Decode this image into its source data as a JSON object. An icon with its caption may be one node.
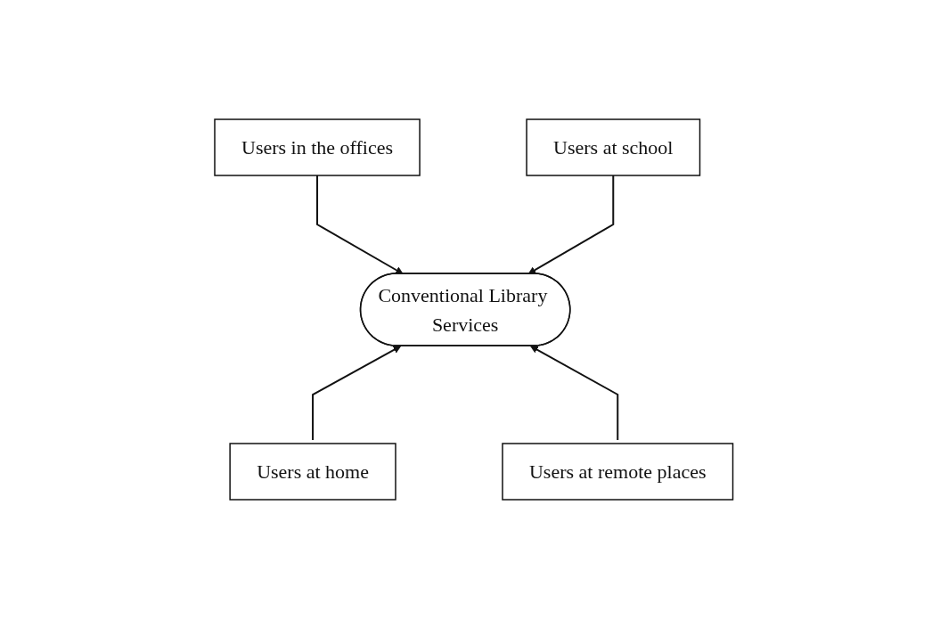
{
  "diagram": {
    "nodes": [
      {
        "text": [
          "Users in the offices"
        ]
      },
      {
        "text": [
          "Users at school"
        ]
      },
      {
        "text": [
          "Conventional Library Services"
        ]
      },
      {
        "text": [
          "Users at home"
        ]
      },
      {
        "text": [
          "Users at remote places"
        ]
      }
    ],
    "edges": [
      {
        "from": 0,
        "to": 2,
        "arrow": "to"
      },
      {
        "from": 1,
        "to": 2,
        "arrow": "to"
      },
      {
        "from": 3,
        "to": 2,
        "arrow": "to"
      },
      {
        "from": 4,
        "to": 2,
        "arrow": "to"
      }
    ]
  }
}
